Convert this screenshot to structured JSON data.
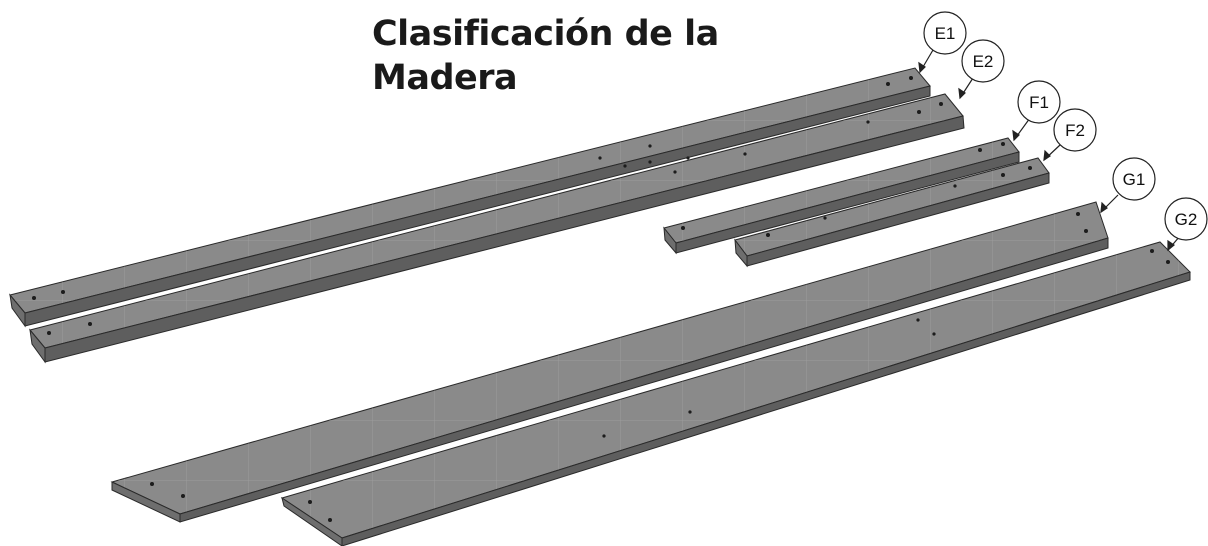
{
  "title": "Clasificación de la Madera",
  "callouts": [
    {
      "id": "e1",
      "label": "E1"
    },
    {
      "id": "e2",
      "label": "E2"
    },
    {
      "id": "f1",
      "label": "F1"
    },
    {
      "id": "f2",
      "label": "F2"
    },
    {
      "id": "g1",
      "label": "G1"
    },
    {
      "id": "g2",
      "label": "G2"
    }
  ],
  "colors": {
    "wood_top": "#8a8a8a",
    "wood_side": "#5e5e5e",
    "wood_end": "#6e6e6e",
    "outline": "#2a2a2a",
    "grid": "#b4b4b4",
    "hole": "#1c1c1c"
  }
}
